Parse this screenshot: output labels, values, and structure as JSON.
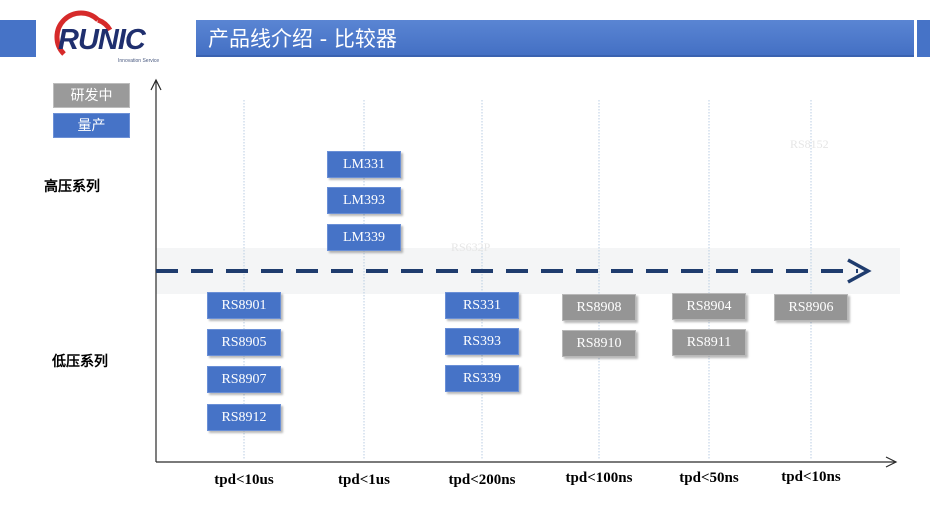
{
  "header": {
    "title": "产品线介绍 - 比较器",
    "logo_text": "RUNIC",
    "logo_tagline": "Innovation Service"
  },
  "legend": {
    "in_development": "研发中",
    "mass_production": "量产"
  },
  "series_labels": {
    "high_voltage": "高压系列",
    "low_voltage": "低压系列"
  },
  "axis": {
    "columns": [
      "tpd<10us",
      "tpd<1us",
      "tpd<200ns",
      "tpd<100ns",
      "tpd<50ns",
      "tpd<10ns"
    ]
  },
  "faint_labels": [
    "RS8152",
    "RS632P"
  ],
  "chips": {
    "high": [
      {
        "name": "LM331",
        "status": "mass_production",
        "column": 1
      },
      {
        "name": "LM393",
        "status": "mass_production",
        "column": 1
      },
      {
        "name": "LM339",
        "status": "mass_production",
        "column": 1
      }
    ],
    "low": [
      {
        "name": "RS8901",
        "status": "mass_production",
        "column": 0
      },
      {
        "name": "RS8905",
        "status": "mass_production",
        "column": 0
      },
      {
        "name": "RS8907",
        "status": "mass_production",
        "column": 0
      },
      {
        "name": "RS8912",
        "status": "mass_production",
        "column": 0
      },
      {
        "name": "RS331",
        "status": "mass_production",
        "column": 2
      },
      {
        "name": "RS393",
        "status": "mass_production",
        "column": 2
      },
      {
        "name": "RS339",
        "status": "mass_production",
        "column": 2
      },
      {
        "name": "RS8908",
        "status": "in_development",
        "column": 3
      },
      {
        "name": "RS8910",
        "status": "in_development",
        "column": 3
      },
      {
        "name": "RS8904",
        "status": "in_development",
        "column": 4
      },
      {
        "name": "RS8911",
        "status": "in_development",
        "column": 4
      },
      {
        "name": "RS8906",
        "status": "in_development",
        "column": 5
      }
    ]
  },
  "colors": {
    "mass_production": "#4673c7",
    "in_development": "#959595",
    "dashed_arrow": "#1f3c6e"
  }
}
